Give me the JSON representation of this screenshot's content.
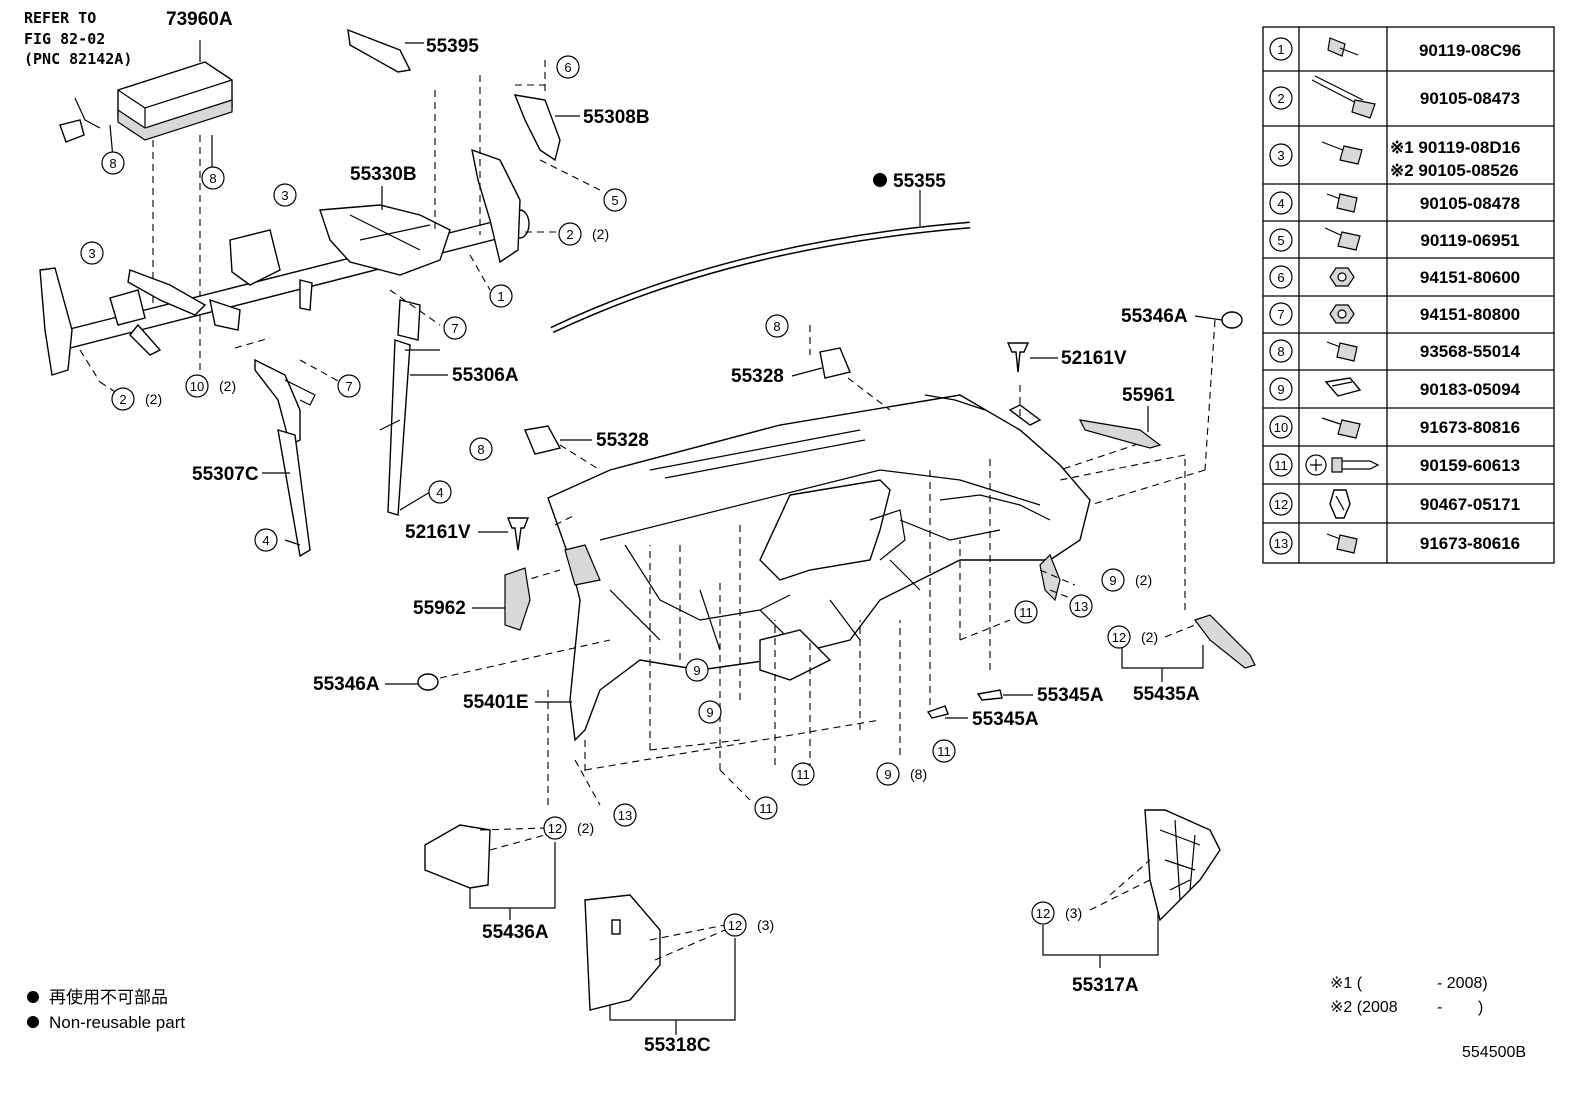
{
  "refer_note": [
    "REFER TO",
    "FIG 82-02",
    "(PNC 82142A)"
  ],
  "part_labels": {
    "p73960A": "73960A",
    "p55395": "55395",
    "p55308B": "55308B",
    "p55330B": "55330B",
    "p55355": "55355",
    "p55306A": "55306A",
    "p55307C": "55307C",
    "p55346A_r": "55346A",
    "p52161V_r": "52161V",
    "p55328_a": "55328",
    "p55961": "55961",
    "p55328_b": "55328",
    "p52161V_l": "52161V",
    "p55962": "55962",
    "p55346A_l": "55346A",
    "p55401E": "55401E",
    "p55345A_a": "55345A",
    "p55345A_b": "55345A",
    "p55435A": "55435A",
    "p55436A": "55436A",
    "p55318C": "55318C",
    "p55317A": "55317A"
  },
  "callouts": {
    "c6": "6",
    "c5": "5",
    "c8a": "8",
    "c8b": "8",
    "c3a": "3",
    "c3b": "3",
    "c2a": "2",
    "c2a_q": "(2)",
    "c1": "1",
    "c7a": "7",
    "c7b": "7",
    "c2b": "2",
    "c2b_q": "(2)",
    "c10": "10",
    "c10_q": "(2)",
    "c4a": "4",
    "c4b": "4",
    "c8c": "8",
    "c8d": "8",
    "c9a": "9",
    "c9a_q": "(2)",
    "c13a": "13",
    "c11a": "11",
    "c12a": "12",
    "c12a_q": "(2)",
    "c9b": "9",
    "c9c": "9",
    "c11b": "11",
    "c11c": "11",
    "c9d": "9",
    "c9d_q": "(8)",
    "c11d": "11",
    "c13b": "13",
    "c12b": "12",
    "c12b_q": "(2)",
    "c12c": "12",
    "c12c_q": "(3)",
    "c12d": "12",
    "c12d_q": "(3)"
  },
  "fastener_table": [
    {
      "no": "1",
      "icon": "bolt-icon",
      "part": "90119-08C96"
    },
    {
      "no": "2",
      "icon": "long-bolt-icon",
      "part": "90105-08473"
    },
    {
      "no": "3",
      "icon": "bolt-icon",
      "part_line1": "※1 90119-08D16",
      "part_line2": "※2 90105-08526"
    },
    {
      "no": "4",
      "icon": "bolt-icon",
      "part": "90105-08478"
    },
    {
      "no": "5",
      "icon": "bolt-icon",
      "part": "90119-06951"
    },
    {
      "no": "6",
      "icon": "nut-icon",
      "part": "94151-80600"
    },
    {
      "no": "7",
      "icon": "nut-icon",
      "part": "94151-80800"
    },
    {
      "no": "8",
      "icon": "bolt-icon",
      "part": "93568-55014"
    },
    {
      "no": "9",
      "icon": "clip-nut-icon",
      "part": "90183-05094"
    },
    {
      "no": "10",
      "icon": "bolt-icon",
      "part": "91673-80816"
    },
    {
      "no": "11",
      "icon": "screw-icon",
      "part": "90159-60613"
    },
    {
      "no": "12",
      "icon": "clip-icon",
      "part": "90467-05171"
    },
    {
      "no": "13",
      "icon": "bolt-icon",
      "part": "91673-80616"
    }
  ],
  "notes": {
    "n1_mark": "※1 (",
    "n1_range": "- 2008)",
    "n2_mark": "※2 (2008",
    "n2_range": "-",
    "n2_close": ")"
  },
  "legend": {
    "cn": "再使用不可部品",
    "en": "Non-reusable part"
  },
  "figure_code": "554500B"
}
